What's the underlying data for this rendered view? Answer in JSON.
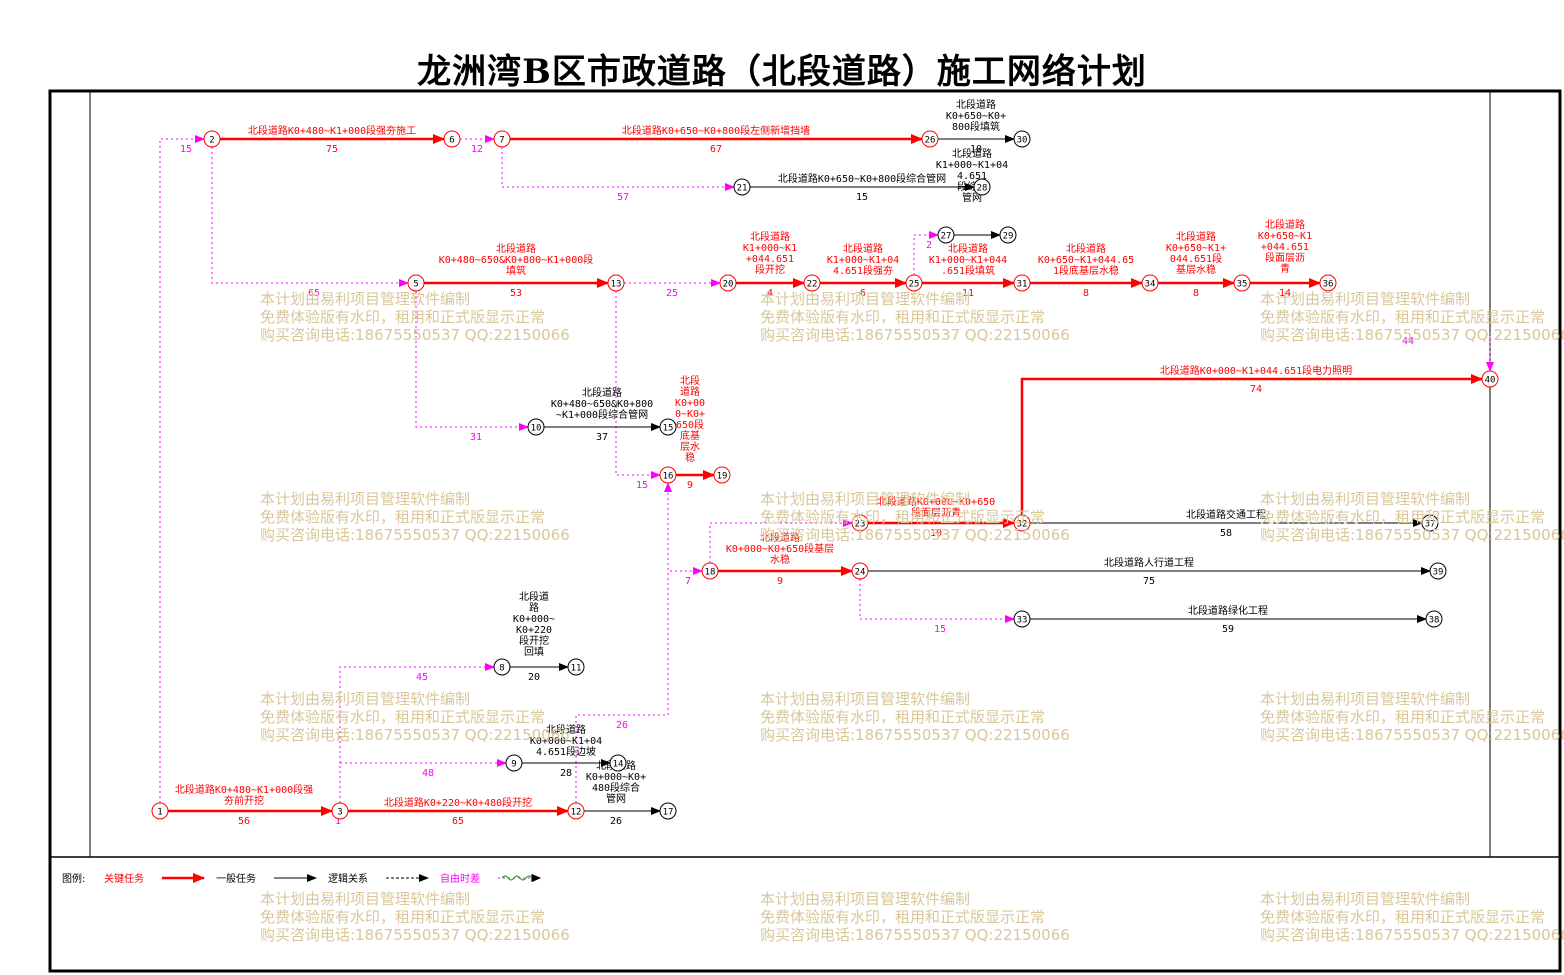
{
  "title": "龙洲湾B区市政道路（北段道路）施工网络计划",
  "colors": {
    "critical": "#ff0000",
    "normal": "#000000",
    "float": "#ff00ff",
    "watermark": "#d9c79a",
    "legend_wavy": "#00aa00"
  },
  "legend": {
    "label": "图例:",
    "items": [
      {
        "label": "关键任务",
        "color": "#ff0000",
        "style": "critical"
      },
      {
        "label": "一般任务",
        "color": "#000000",
        "style": "normal"
      },
      {
        "label": "逻辑关系",
        "color": "#000000",
        "style": "logic"
      },
      {
        "label": "自由时差",
        "color": "#ff00ff",
        "style": "float"
      }
    ]
  },
  "watermark": {
    "lines": [
      "本计划由易利项目管理软件编制",
      "免费体验版有水印，租用和正式版显示正常",
      "购买咨询电话:18675550537 QQ:22150066"
    ]
  },
  "nodes": [
    "1",
    "2",
    "3",
    "5",
    "6",
    "7",
    "8",
    "9",
    "10",
    "11",
    "12",
    "13",
    "14",
    "15",
    "16",
    "17",
    "18",
    "19",
    "20",
    "21",
    "22",
    "23",
    "24",
    "25",
    "26",
    "27",
    "28",
    "29",
    "30",
    "31",
    "32",
    "33",
    "34",
    "35",
    "36",
    "37",
    "38",
    "39",
    "40"
  ],
  "tasks": [
    {
      "from": "2",
      "to": "6",
      "type": "critical",
      "name": "北段道路K0+480~K1+000段强夯施工",
      "duration": "75"
    },
    {
      "from": "7",
      "to": "26",
      "type": "critical",
      "name": "北段道路K0+650~K0+800段左侧新增挡墙",
      "duration": "67"
    },
    {
      "from": "26",
      "to": "30",
      "type": "normal",
      "name": "北段道路 K0+650~K0+ 800段填筑",
      "duration": "10"
    },
    {
      "from": "21",
      "to": "28",
      "type": "normal",
      "name": "北段道路K0+650~K0+800段综合管网",
      "duration": "15"
    },
    {
      "from": "27",
      "to": "29",
      "type": "normal",
      "name": "北段道路 K1+000~K1+04 4.651 段综合 管网",
      "duration": ""
    },
    {
      "from": "5",
      "to": "13",
      "type": "critical",
      "name": "北段道路 K0+480~650&K0+800~K1+000段 填筑",
      "duration": "53"
    },
    {
      "from": "20",
      "to": "22",
      "type": "critical",
      "name": "北段道路 K1+000~K1 +044.651 段开挖",
      "duration": "4"
    },
    {
      "from": "22",
      "to": "25",
      "type": "critical",
      "name": "北段道路 K1+000~K1+04 4.651段强夯",
      "duration": "6"
    },
    {
      "from": "25",
      "to": "31",
      "type": "critical",
      "name": "北段道路 K1+000~K1+044 .651段填筑",
      "duration": "11"
    },
    {
      "from": "31",
      "to": "34",
      "type": "critical",
      "name": "北段道路 K0+650~K1+044.65 1段底基层水稳",
      "duration": "8"
    },
    {
      "from": "34",
      "to": "35",
      "type": "critical",
      "name": "北段道路 K0+650~K1+ 044.651段 基层水稳",
      "duration": "8"
    },
    {
      "from": "35",
      "to": "36",
      "type": "critical",
      "name": "北段道路 K0+650~K1 +044.651 段面层沥 青",
      "duration": "14"
    },
    {
      "from": "32",
      "to": "40",
      "type": "critical",
      "name": "北段道路K0+000~K1+044.651段电力照明",
      "duration": "74"
    },
    {
      "from": "10",
      "to": "15",
      "type": "normal",
      "name": "北段道路 K0+480~650&K0+800 ~K1+000段综合管网",
      "duration": "37"
    },
    {
      "from": "16",
      "to": "19",
      "type": "critical",
      "name": "北段 道路 K0+00 0~K0+ 650段 底基 层水 稳",
      "duration": "9"
    },
    {
      "from": "23",
      "to": "32",
      "type": "critical",
      "name": "北段道路K0+000~K0+650 段面层沥青",
      "duration": "10"
    },
    {
      "from": "32",
      "to": "37",
      "type": "normal",
      "name": "北段道路交通工程",
      "duration": "58"
    },
    {
      "from": "18",
      "to": "24",
      "type": "critical",
      "name": "北段道路 K0+000~K0+650段基层 水稳",
      "duration": "9"
    },
    {
      "from": "24",
      "to": "39",
      "type": "normal",
      "name": "北段道路人行道工程",
      "duration": "75"
    },
    {
      "from": "33",
      "to": "38",
      "type": "normal",
      "name": "北段道路绿化工程",
      "duration": "59"
    },
    {
      "from": "8",
      "to": "11",
      "type": "normal",
      "name": "北段道 路 K0+000~ K0+220 段开挖 回填",
      "duration": "20"
    },
    {
      "from": "9",
      "to": "14",
      "type": "normal",
      "name": "北段道路 K0+000~K1+04 4.651段边坡",
      "duration": "28"
    },
    {
      "from": "12",
      "to": "17",
      "type": "normal",
      "name": "北段道路 K0+000~K0+ 480段综合 管网",
      "duration": "26"
    },
    {
      "from": "1",
      "to": "3",
      "type": "critical",
      "name": "北段道路K0+480~K1+000段强 夯前开挖",
      "duration": "56"
    },
    {
      "from": "3",
      "to": "12",
      "type": "critical",
      "name": "北段道路K0+220~K0+480段开挖",
      "duration": "65"
    }
  ],
  "floats": [
    {
      "from": "1",
      "to": "2",
      "value": "15"
    },
    {
      "from": "6",
      "to": "7",
      "value": "12"
    },
    {
      "from": "7",
      "to": "21",
      "value": "57"
    },
    {
      "from": "2",
      "to": "5",
      "value": "65"
    },
    {
      "from": "13",
      "to": "20",
      "value": "25"
    },
    {
      "from": "5",
      "to": "10",
      "value": "31"
    },
    {
      "from": "13",
      "to": "16",
      "value": "15"
    },
    {
      "from": "25",
      "to": "27",
      "value": "2"
    },
    {
      "from": "36",
      "to": "40",
      "value": "44"
    },
    {
      "from": "18",
      "to": "23",
      "value": ""
    },
    {
      "from": "12",
      "to": "16",
      "value": "26"
    },
    {
      "from": "16",
      "to": "18",
      "value": "7"
    },
    {
      "from": "24",
      "to": "33",
      "value": "15"
    },
    {
      "from": "3",
      "to": "8",
      "value": "45"
    },
    {
      "from": "3",
      "to": "9",
      "value": "48"
    },
    {
      "from": "3",
      "to": "3",
      "value": "1"
    }
  ]
}
